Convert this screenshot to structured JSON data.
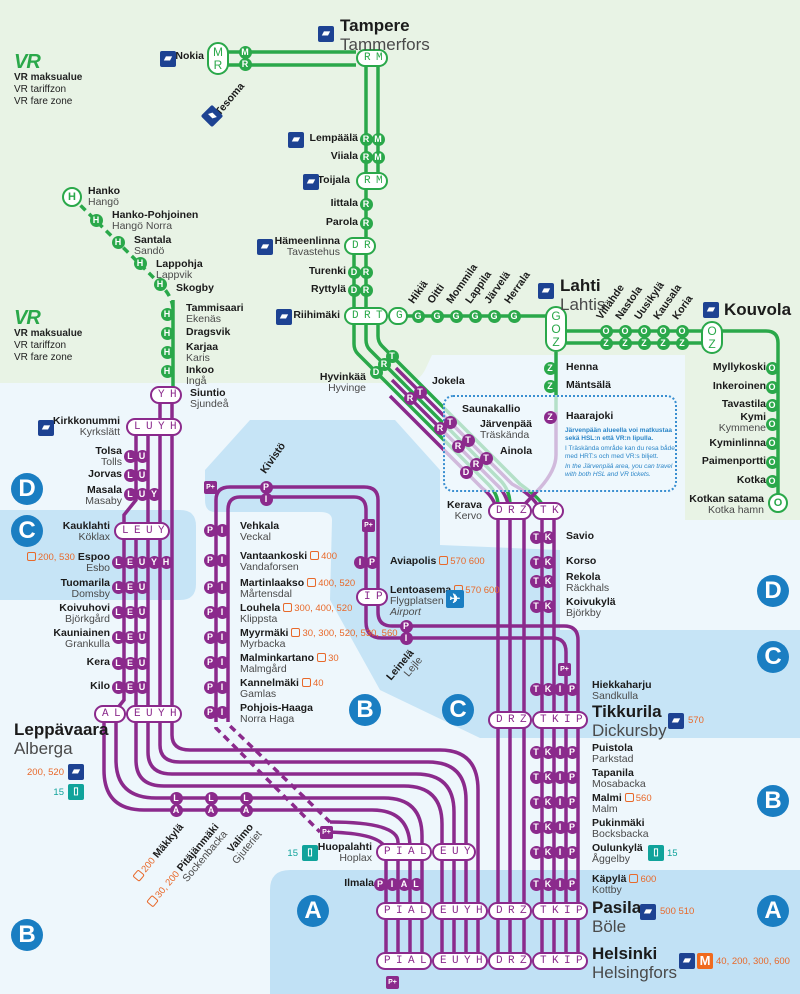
{
  "colors": {
    "vr": "#2aa84a",
    "hsl": "#8b2a8c",
    "zone": "#1a7ec2",
    "bus": "#e8692a",
    "train_icon": "#1d4292",
    "tram": "#10a39b"
  },
  "legend": [
    {
      "logo": "VR",
      "l1": "VR maksualue",
      "l2": "VR tariffzon",
      "l3": "VR fare zone"
    },
    {
      "logo": "VR",
      "l1": "VR maksualue",
      "l2": "VR tariffzon",
      "l3": "VR fare zone"
    }
  ],
  "zones": [
    {
      "letter": "D"
    },
    {
      "letter": "C"
    },
    {
      "letter": "B"
    },
    {
      "letter": "C"
    },
    {
      "letter": "D"
    },
    {
      "letter": "C"
    },
    {
      "letter": "B"
    },
    {
      "letter": "A"
    },
    {
      "letter": "A"
    },
    {
      "letter": "B"
    }
  ],
  "note": {
    "l1": "Järvenpään alueella voi matkustaa sekä HSL:n että VR:n lipulla.",
    "l2": "I Träskända område kan du resa både med HRT:s och med VR:s biljett.",
    "l3": "In the Järvenpää area, you can travel with both HSL and VR tickets."
  },
  "stations": {
    "tampere": {
      "name": "Tampere",
      "sv": "Tammerfors",
      "codes": [
        "RM"
      ]
    },
    "nokia": {
      "name": "Nokia",
      "codes": [
        "M",
        "R"
      ]
    },
    "tesoma": {
      "name": "Tesoma",
      "codes": [
        "M",
        "R"
      ]
    },
    "lempaala": {
      "name": "Lempäälä",
      "codes": [
        "R",
        "M"
      ]
    },
    "viiala": {
      "name": "Viiala",
      "codes": [
        "R",
        "M"
      ]
    },
    "toijala": {
      "name": "Toijala",
      "codes": [
        "RM"
      ]
    },
    "iittala": {
      "name": "Iittala",
      "codes": [
        "R"
      ]
    },
    "parola": {
      "name": "Parola",
      "codes": [
        "R"
      ]
    },
    "hameenlinna": {
      "name": "Hämeenlinna",
      "sv": "Tavastehus",
      "codes": [
        "DR"
      ]
    },
    "turenki": {
      "name": "Turenki",
      "codes": [
        "D",
        "R"
      ]
    },
    "ryttyla": {
      "name": "Ryttylä",
      "codes": [
        "D",
        "R"
      ]
    },
    "riihimaki": {
      "name": "Riihimäki",
      "codes": [
        "DRT",
        "G"
      ]
    },
    "hikia": {
      "name": "Hikiä",
      "codes": [
        "G"
      ]
    },
    "oitti": {
      "name": "Oitti",
      "codes": [
        "G"
      ]
    },
    "mommila": {
      "name": "Mommila",
      "codes": [
        "G"
      ]
    },
    "lappila": {
      "name": "Lappila",
      "codes": [
        "G"
      ]
    },
    "jarvela": {
      "name": "Järvelä",
      "codes": [
        "G"
      ]
    },
    "herrala": {
      "name": "Herrala",
      "codes": [
        "G"
      ]
    },
    "lahti": {
      "name": "Lahti",
      "sv": "Lahtis",
      "codes": [
        "G",
        "O",
        "Z"
      ]
    },
    "villahde": {
      "name": "Villähde",
      "codes": [
        "O",
        "Z"
      ]
    },
    "nastola": {
      "name": "Nastola",
      "codes": [
        "O",
        "Z"
      ]
    },
    "uusikyla": {
      "name": "Uusikylä",
      "codes": [
        "O",
        "Z"
      ]
    },
    "kausala": {
      "name": "Kausala",
      "codes": [
        "O",
        "Z"
      ]
    },
    "koria": {
      "name": "Koria",
      "codes": [
        "O",
        "Z"
      ]
    },
    "kouvola": {
      "name": "Kouvola",
      "codes": [
        "O",
        "Z"
      ]
    },
    "myllykoski": {
      "name": "Myllykoski",
      "codes": [
        "O"
      ]
    },
    "inkeroinen": {
      "name": "Inkeroinen",
      "codes": [
        "O"
      ]
    },
    "tavastila": {
      "name": "Tavastila",
      "codes": [
        "O"
      ]
    },
    "kymi": {
      "name": "Kymi",
      "sv": "Kymmene",
      "codes": [
        "O"
      ]
    },
    "kyminlinna": {
      "name": "Kyminlinna",
      "codes": [
        "O"
      ]
    },
    "paimenportti": {
      "name": "Paimenportti",
      "codes": [
        "O"
      ]
    },
    "kotka": {
      "name": "Kotka",
      "codes": [
        "O"
      ]
    },
    "kotkan_satama": {
      "name": "Kotkan satama",
      "sv": "Kotka hamn",
      "codes": [
        "O"
      ]
    },
    "henna": {
      "name": "Henna",
      "codes": [
        "Z"
      ]
    },
    "mantsala": {
      "name": "Mäntsälä",
      "codes": [
        "Z"
      ]
    },
    "haarajoki": {
      "name": "Haarajoki",
      "codes": [
        "Z"
      ]
    },
    "hanko": {
      "name": "Hanko",
      "sv": "Hangö",
      "codes": [
        "H"
      ]
    },
    "hanko_pohjoinen": {
      "name": "Hanko-Pohjoinen",
      "sv": "Hangö Norra",
      "codes": [
        "H"
      ]
    },
    "santala": {
      "name": "Santala",
      "sv": "Sandö",
      "codes": [
        "H"
      ]
    },
    "lappohja": {
      "name": "Lappohja",
      "sv": "Lappvik",
      "codes": [
        "H"
      ]
    },
    "skogby": {
      "name": "Skogby",
      "codes": [
        "H"
      ]
    },
    "tammisaari": {
      "name": "Tammisaari",
      "sv": "Ekenäs",
      "codes": [
        "H"
      ]
    },
    "dragsvik": {
      "name": "Dragsvik",
      "codes": [
        "H"
      ]
    },
    "karjaa": {
      "name": "Karjaa",
      "sv": "Karis",
      "codes": [
        "H"
      ]
    },
    "inkoo": {
      "name": "Inkoo",
      "sv": "Ingå",
      "codes": [
        "H"
      ]
    },
    "siuntio": {
      "name": "Siuntio",
      "sv": "Sjundeå",
      "codes": [
        "YH"
      ]
    },
    "hyvinkaa": {
      "name": "Hyvinkää",
      "sv": "Hyvinge",
      "codes": [
        "D",
        "R",
        "T"
      ]
    },
    "jokela": {
      "name": "Jokela",
      "codes": [
        "T",
        "R"
      ]
    },
    "saunakallio": {
      "name": "Saunakallio",
      "codes": [
        "T",
        "R"
      ]
    },
    "jarvenpaa": {
      "name": "Järvenpää",
      "sv": "Träskända",
      "codes": [
        "T",
        "R"
      ]
    },
    "ainola": {
      "name": "Ainola",
      "codes": [
        "T",
        "R",
        "D"
      ]
    },
    "kerava": {
      "name": "Kerava",
      "sv": "Kervo",
      "codes": [
        "DRZ",
        "TK"
      ]
    },
    "savio": {
      "name": "Savio",
      "codes": [
        "T",
        "K"
      ]
    },
    "korso": {
      "name": "Korso",
      "codes": [
        "T",
        "K"
      ]
    },
    "rekola": {
      "name": "Rekola",
      "sv": "Räckhals",
      "codes": [
        "T",
        "K"
      ]
    },
    "koivukyla": {
      "name": "Koivukylä",
      "sv": "Björkby",
      "codes": [
        "T",
        "K"
      ]
    },
    "hiekkaharju": {
      "name": "Hiekkaharju",
      "sv": "Sandkulla",
      "codes": [
        "T",
        "K",
        "I",
        "P"
      ]
    },
    "tikkurila": {
      "name": "Tikkurila",
      "sv": "Dickursby",
      "codes": [
        "DRZ",
        "TKIP"
      ],
      "bus": "570"
    },
    "puistola": {
      "name": "Puistola",
      "sv": "Parkstad",
      "codes": [
        "T",
        "K",
        "I",
        "P"
      ]
    },
    "tapanila": {
      "name": "Tapanila",
      "sv": "Mosabacka",
      "codes": [
        "T",
        "K",
        "I",
        "P"
      ]
    },
    "malmi": {
      "name": "Malmi",
      "sv": "Malm",
      "codes": [
        "T",
        "K",
        "I",
        "P"
      ],
      "bus": "560"
    },
    "pukinmaki": {
      "name": "Pukinmäki",
      "sv": "Bocksbacka",
      "codes": [
        "T",
        "K",
        "I",
        "P"
      ]
    },
    "oulunkyla": {
      "name": "Oulunkylä",
      "sv": "Åggelby",
      "codes": [
        "T",
        "K",
        "I",
        "P"
      ],
      "tram": "15"
    },
    "kapyla": {
      "name": "Käpylä",
      "sv": "Kottby",
      "codes": [
        "T",
        "K",
        "I",
        "P"
      ],
      "bus": "600"
    },
    "pasila": {
      "name": "Pasila",
      "sv": "Böle",
      "codes": [
        "PIAL",
        "EUYH",
        "DRZ",
        "TKIP"
      ],
      "bus": "500 510"
    },
    "helsinki": {
      "name": "Helsinki",
      "sv": "Helsingfors",
      "codes": [
        "PIAL",
        "EUYH",
        "DRZ",
        "TKIP"
      ],
      "bus": "40, 200, 300, 600",
      "metro": "M"
    },
    "kirkkonummi": {
      "name": "Kirkkonummi",
      "sv": "Kyrkslätt",
      "codes": [
        "LUYH"
      ]
    },
    "tolsa": {
      "name": "Tolsa",
      "sv": "Tolls",
      "codes": [
        "L",
        "U"
      ]
    },
    "jorvas": {
      "name": "Jorvas",
      "codes": [
        "L",
        "U"
      ]
    },
    "masala": {
      "name": "Masala",
      "sv": "Masaby",
      "codes": [
        "L",
        "U",
        "Y"
      ]
    },
    "kauklahti": {
      "name": "Kauklahti",
      "sv": "Köklax",
      "codes": [
        "LEUY"
      ]
    },
    "espoo": {
      "name": "Espoo",
      "sv": "Esbo",
      "codes": [
        "L",
        "E",
        "U",
        "Y",
        "H"
      ],
      "bus": "200, 530"
    },
    "tuomarila": {
      "name": "Tuomarila",
      "sv": "Domsby",
      "codes": [
        "L",
        "E",
        "U"
      ]
    },
    "koivuhovi": {
      "name": "Koivuhovi",
      "sv": "Björkgård",
      "codes": [
        "L",
        "E",
        "U"
      ]
    },
    "kauniainen": {
      "name": "Kauniainen",
      "sv": "Grankulla",
      "codes": [
        "L",
        "E",
        "U"
      ]
    },
    "kera": {
      "name": "Kera",
      "codes": [
        "L",
        "E",
        "U"
      ]
    },
    "kilo": {
      "name": "Kilo",
      "codes": [
        "L",
        "E",
        "U"
      ]
    },
    "leppavaara": {
      "name": "Leppävaara",
      "sv": "Alberga",
      "codes": [
        "AL",
        "EUYH"
      ],
      "bus": "200, 520",
      "tram": "15"
    },
    "makkyla": {
      "name": "Mäkkylä",
      "codes": [
        "L",
        "A"
      ],
      "bus": "200"
    },
    "pitajanmaki": {
      "name": "Pitäjänmäki",
      "sv": "Sockenbacka",
      "codes": [
        "L",
        "A"
      ],
      "bus": "30, 200"
    },
    "valimo": {
      "name": "Valimo",
      "sv": "Gjuteriet",
      "codes": [
        "L",
        "A"
      ]
    },
    "huopalahti": {
      "name": "Huopalahti",
      "sv": "Hoplax",
      "codes": [
        "PIAL",
        "EUY"
      ],
      "tram": "15"
    },
    "ilmala": {
      "name": "Ilmala",
      "codes": [
        "P",
        "I",
        "A",
        "L"
      ]
    },
    "kivisto": {
      "name": "Kivistö",
      "codes": [
        "P",
        "I"
      ]
    },
    "vehkala": {
      "name": "Vehkala",
      "sv": "Veckal",
      "codes": [
        "P",
        "I"
      ]
    },
    "vantaankoski": {
      "name": "Vantaankoski",
      "sv": "Vandaforsen",
      "codes": [
        "P",
        "I"
      ],
      "bus": "400"
    },
    "martinlaakso": {
      "name": "Martinlaakso",
      "sv": "Mårtensdal",
      "codes": [
        "P",
        "I"
      ],
      "bus": "400, 520"
    },
    "louhela": {
      "name": "Louhela",
      "sv": "Klippsta",
      "codes": [
        "P",
        "I"
      ],
      "bus": "300, 400, 520"
    },
    "myyrmaki": {
      "name": "Myyrmäki",
      "sv": "Myrbacka",
      "codes": [
        "P",
        "I"
      ],
      "bus": "30, 300, 520, 530, 560"
    },
    "malminkartano": {
      "name": "Malminkartano",
      "sv": "Malmgård",
      "codes": [
        "P",
        "I"
      ],
      "bus": "30"
    },
    "kannelmaki": {
      "name": "Kannelmäki",
      "sv": "Gamlas",
      "codes": [
        "P",
        "I"
      ],
      "bus": "40"
    },
    "pohjois_haaga": {
      "name": "Pohjois-Haaga",
      "sv": "Norra Haga",
      "codes": [
        "P",
        "I"
      ]
    },
    "aviapolis": {
      "name": "Aviapolis",
      "codes": [
        "I",
        "P"
      ],
      "bus": "570 600"
    },
    "lentoasema": {
      "name": "Lentoasema",
      "sv": "Flygplatsen",
      "en": "Airport",
      "codes": [
        "IP"
      ],
      "bus": "570 600"
    },
    "leinela": {
      "name": "Leinelä",
      "sv": "Lejle",
      "codes": [
        "P",
        "I"
      ]
    }
  }
}
